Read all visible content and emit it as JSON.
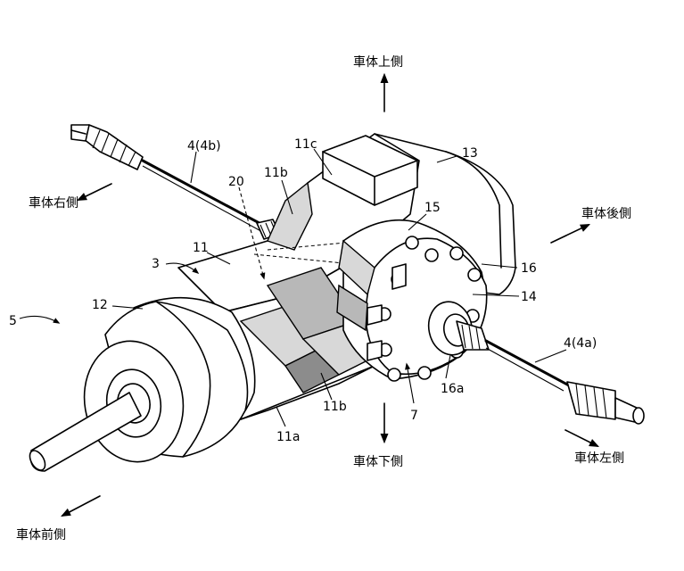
{
  "directions": {
    "up": "車体上側",
    "down": "車体下側",
    "right": "車体右側",
    "left": "車体左側",
    "front": "車体前側",
    "rear": "車体後側"
  },
  "labels": {
    "l_5": "5",
    "l_3": "3",
    "l_12": "12",
    "l_11": "11",
    "l_20": "20",
    "l_11b_top": "11b",
    "l_11c": "11c",
    "l_13": "13",
    "l_4b": "4(4b)",
    "l_15": "15",
    "l_16": "16",
    "l_14": "14",
    "l_16a": "16a",
    "l_7": "7",
    "l_11b_bottom": "11b",
    "l_11a": "11a",
    "l_4a": "4(4a)"
  }
}
